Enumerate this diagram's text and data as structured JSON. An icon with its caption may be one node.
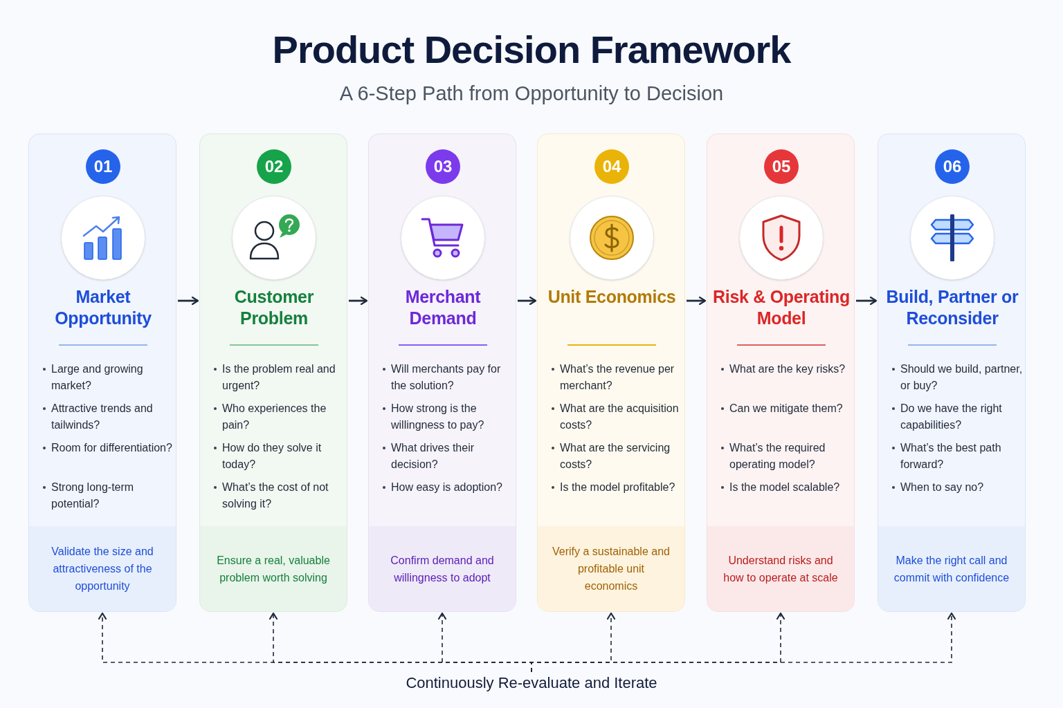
{
  "diagram": {
    "title": "Product Decision Framework",
    "labels": [
      "A 6-Step Path from Opportunity to Decision"
    ],
    "nodes": [
      {
        "text": [
          "Market Opportunity",
          "Large and growing market?",
          "Attractive trends and tailwinds?",
          "Room for differentiation?",
          "Strong long-term potential?",
          "Validate the size and attractiveness of the opportunity"
        ]
      },
      {
        "text": [
          "01"
        ],
        "in": 0
      },
      {
        "text": [
          "Customer Problem",
          "Is the problem real and urgent?",
          "Who experiences the pain?",
          "How do they solve it today?",
          "What’s the cost of not solving it?",
          "Ensure a real, valuable problem worth solving"
        ]
      },
      {
        "text": [
          "02"
        ],
        "in": 2
      },
      {
        "text": [
          "Merchant Demand",
          "Will merchants pay for the solution?",
          "How strong is the willingness to pay?",
          "What drives their decision?",
          "How easy is adoption?",
          "Confirm demand and willingness to adopt"
        ]
      },
      {
        "text": [
          "03"
        ],
        "in": 4
      },
      {
        "text": [
          "Unit Economics",
          "What’s the revenue per merchant?",
          "What are the acquisition costs?",
          "What are the servicing costs?",
          "Is the model profitable?",
          "Verify a sustainable and profitable unit economics"
        ]
      },
      {
        "text": [
          "04"
        ],
        "in": 6
      },
      {
        "text": [
          "Risk & Operating Model",
          "What are the key risks?",
          "Can we mitigate them?",
          "What’s the required operating model?",
          "Is the model scalable?",
          "Understand risks and how to operate at scale"
        ]
      },
      {
        "text": [
          "05"
        ],
        "in": 8
      },
      {
        "text": [
          "Build, Partner or Reconsider",
          "Should we build, partner, or buy?",
          "Do we have the right capabilities?",
          "What’s the best path forward?",
          "When to say no?",
          "Make the right call and commit with confidence"
        ]
      },
      {
        "text": [
          "06"
        ],
        "in": 10
      },
      {
        "text": [
          "Continuously Re-evaluate and Iterate"
        ]
      }
    ],
    "edges": [
      {
        "from": 0,
        "to": 2,
        "arrow": "to"
      },
      {
        "from": 2,
        "to": 4,
        "arrow": "to"
      },
      {
        "from": 4,
        "to": 6,
        "arrow": "to"
      },
      {
        "from": 6,
        "to": 8,
        "arrow": "to"
      },
      {
        "from": 8,
        "to": 10,
        "arrow": "to"
      },
      {
        "from": 12,
        "to": 0,
        "arrow": "to",
        "style": "dashed"
      },
      {
        "from": 12,
        "to": 2,
        "arrow": "to",
        "style": "dashed"
      },
      {
        "from": 12,
        "to": 4,
        "arrow": "to",
        "style": "dashed"
      },
      {
        "from": 12,
        "to": 6,
        "arrow": "to",
        "style": "dashed"
      },
      {
        "from": 12,
        "to": 8,
        "arrow": "to",
        "style": "dashed"
      },
      {
        "from": 12,
        "to": 10,
        "arrow": "to",
        "style": "dashed"
      }
    ]
  }
}
